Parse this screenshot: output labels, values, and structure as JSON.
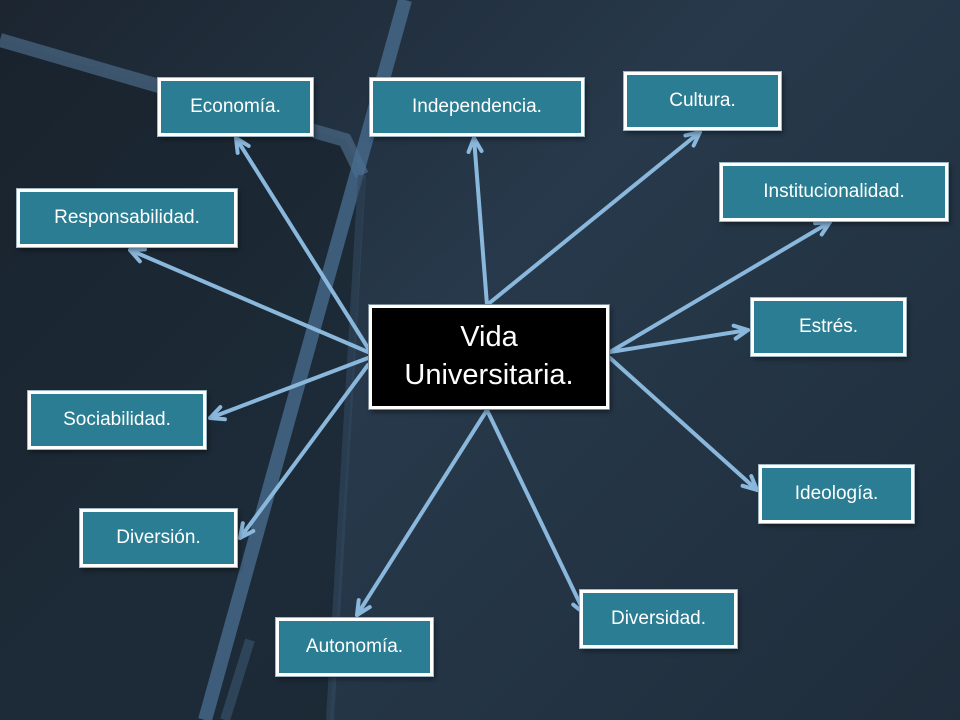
{
  "diagram": {
    "center": {
      "title": "Vida Universitaria."
    },
    "nodes": [
      {
        "id": "economia",
        "label": "Economía."
      },
      {
        "id": "independencia",
        "label": "Independencia."
      },
      {
        "id": "cultura",
        "label": "Cultura."
      },
      {
        "id": "institucionalidad",
        "label": "Institucionalidad."
      },
      {
        "id": "responsabilidad",
        "label": "Responsabilidad."
      },
      {
        "id": "estres",
        "label": "Estrés."
      },
      {
        "id": "sociabilidad",
        "label": "Sociabilidad."
      },
      {
        "id": "ideologia",
        "label": "Ideología."
      },
      {
        "id": "diversion",
        "label": "Diversión."
      },
      {
        "id": "diversidad",
        "label": "Diversidad."
      },
      {
        "id": "autonomia",
        "label": "Autonomía."
      }
    ],
    "colors": {
      "node_fill": "#2a7d92",
      "center_fill": "#000000",
      "arrow": "#8ab8dc",
      "background": "#1f2d3b"
    }
  }
}
